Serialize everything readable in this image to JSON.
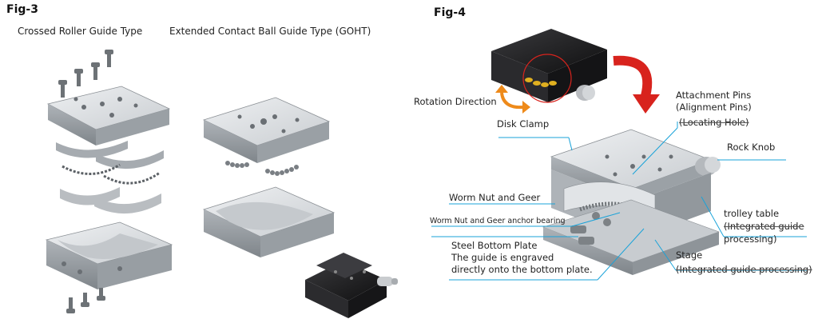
{
  "fig3": {
    "title": "Fig-3",
    "subtitle_left": "Crossed Roller Guide Type",
    "subtitle_right": "Extended Contact Ball Guide Type (GOHT)"
  },
  "fig4": {
    "title": "Fig-4",
    "labels": {
      "rotation_direction": "Rotation Direction",
      "disk_clamp": "Disk Clamp",
      "attachment_pins": "Attachment Pins",
      "alignment_pins": "(Alignment Pins)",
      "locating_hole": "(Locating Hole)",
      "rock_knob": "Rock Knob",
      "worm_nut_geer": "Worm Nut and Geer",
      "worm_nut_anchor": "Worm Nut and Geer anchor bearing",
      "trolley_table": "trolley table",
      "integrated_guide": "(Integrated guide",
      "processing": "processing)",
      "steel_bottom_plate": "Steel Bottom Plate",
      "engraved_line1": "The guide is engraved",
      "engraved_line2": "directly onto the bottom plate.",
      "stage": "Stage",
      "stage_integrated": "(Integrated guide processing)"
    }
  },
  "colors": {
    "leader_line": "#1aa3d9",
    "arrow_red": "#d8231d",
    "arrow_orange": "#ee8a1a",
    "metal_light": "#d9dcdf",
    "metal_mid": "#b4b8bc",
    "metal_dark": "#7d8286",
    "black_stage": "#1d1d1f"
  }
}
